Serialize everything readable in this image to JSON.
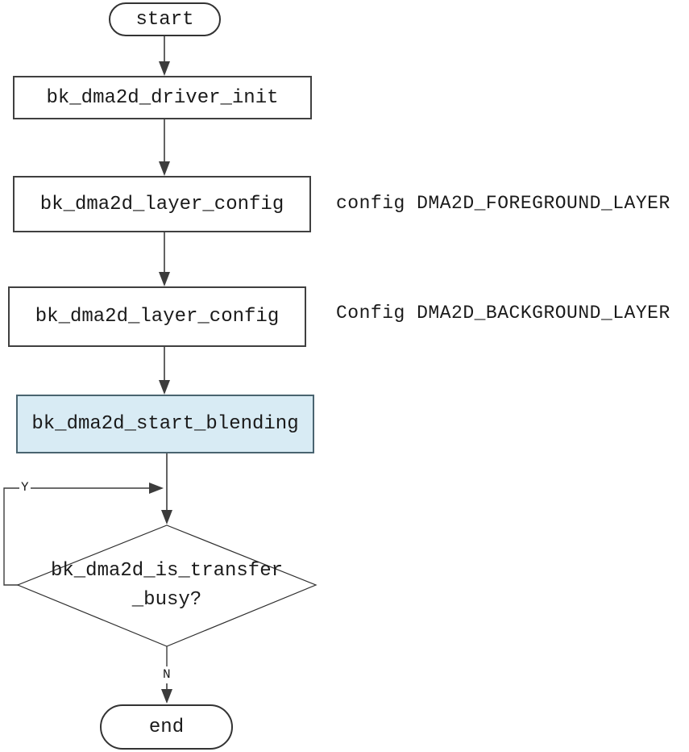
{
  "nodes": {
    "start": {
      "label": "start"
    },
    "driver_init": {
      "label": "bk_dma2d_driver_init"
    },
    "layer_config_fg": {
      "label": "bk_dma2d_layer_config"
    },
    "layer_config_bg": {
      "label": "bk_dma2d_layer_config"
    },
    "start_blending": {
      "label": "bk_dma2d_start_blending"
    },
    "is_transfer_busy": {
      "line1": "bk_dma2d_is_transfer",
      "line2": "_busy?"
    },
    "end": {
      "label": "end"
    }
  },
  "annotations": {
    "foreground_layer": "config DMA2D_FOREGROUND_LAYER",
    "background_layer": "Config DMA2D_BACKGROUND_LAYER"
  },
  "edge_labels": {
    "yes": "Y",
    "no": "N"
  },
  "colors": {
    "line": "#3c3c3c",
    "node_border": "#404040",
    "highlight_fill": "#d8ebf4",
    "highlight_border": "#4a6470",
    "text": "#1a1a1a"
  }
}
